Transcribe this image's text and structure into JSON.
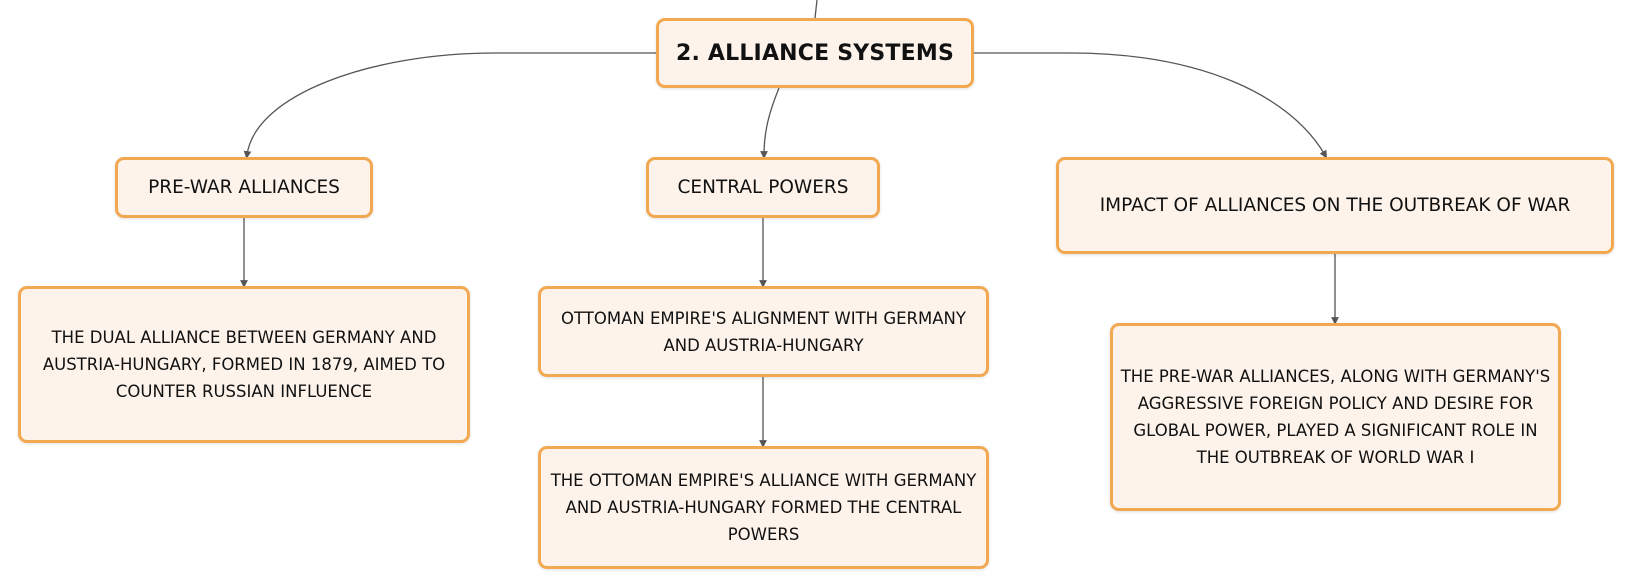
{
  "root": {
    "label": "2. ALLIANCE SYSTEMS"
  },
  "branches": [
    {
      "label": "PRE-WAR ALLIANCES",
      "children": [
        {
          "label": "THE DUAL ALLIANCE BETWEEN GERMANY AND AUSTRIA-HUNGARY, FORMED IN 1879, AIMED TO COUNTER RUSSIAN INFLUENCE"
        }
      ]
    },
    {
      "label": "CENTRAL POWERS",
      "children": [
        {
          "label": "OTTOMAN EMPIRE'S ALIGNMENT WITH GERMANY AND AUSTRIA-HUNGARY"
        },
        {
          "label": "THE OTTOMAN EMPIRE'S ALLIANCE WITH GERMANY AND AUSTRIA-HUNGARY FORMED THE CENTRAL POWERS"
        }
      ]
    },
    {
      "label": "IMPACT OF ALLIANCES ON THE OUTBREAK OF WAR",
      "children": [
        {
          "label": "THE PRE-WAR ALLIANCES, ALONG WITH GERMANY'S AGGRESSIVE FOREIGN POLICY AND DESIRE FOR GLOBAL POWER, PLAYED A SIGNIFICANT ROLE IN THE OUTBREAK OF WORLD WAR I"
        }
      ]
    }
  ],
  "colors": {
    "node_fill": "#fdf3ea",
    "node_border": "#f2a850",
    "connector": "#555555",
    "text": "#111111"
  }
}
